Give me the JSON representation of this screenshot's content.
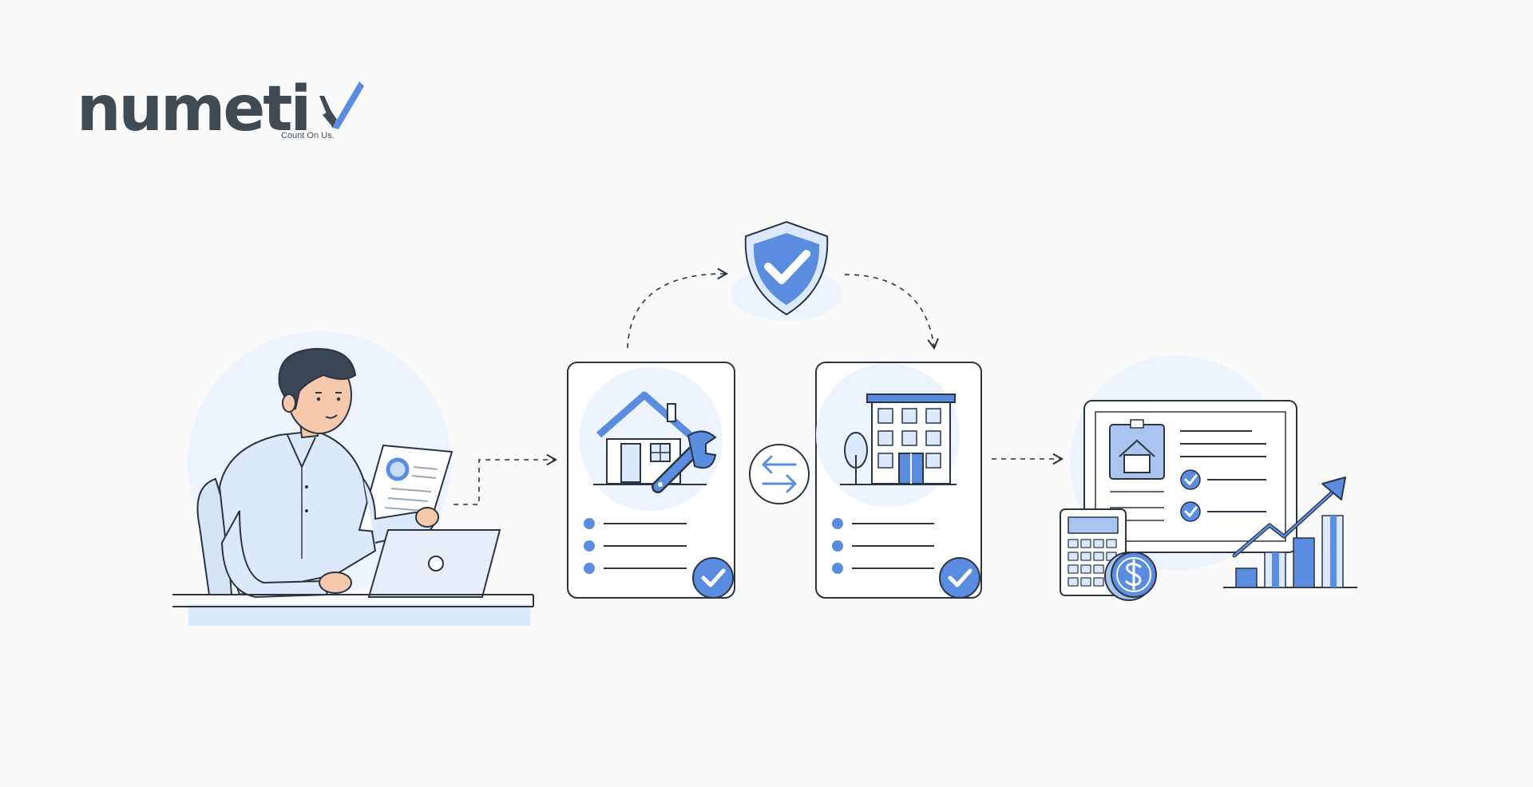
{
  "logo": {
    "wordmark": "numeti",
    "tagline": "Count On Us.",
    "colors": {
      "text": "#3f4a53",
      "accent": "#5a8de0",
      "accent_dark": "#4a525a"
    }
  },
  "icons": [
    "person-at-laptop",
    "document-icon",
    "house-repair-icon",
    "shield-check-icon",
    "exchange-arrows-icon",
    "office-building-icon",
    "monitor-report-icon",
    "calculator-icon",
    "dollar-coin-icon",
    "growth-chart-icon",
    "check-badge-icon"
  ],
  "colors": {
    "accent": "#5a8de0",
    "accent_light": "#dce8fb",
    "halo": "#eef4fd",
    "outline": "#2c3440",
    "background": "#fafafb"
  }
}
